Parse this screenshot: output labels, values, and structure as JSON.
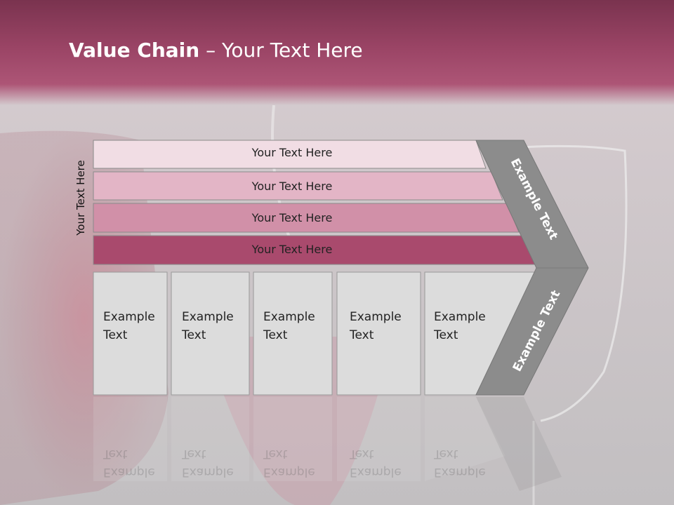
{
  "title": {
    "bold": "Value Chain",
    "rest": " – Your Text Here"
  },
  "side_label": "Your Text Here",
  "rows": [
    {
      "label": "Your Text Here"
    },
    {
      "label": "Your Text Here"
    },
    {
      "label": "Your Text Here"
    },
    {
      "label": "Your Text Here"
    }
  ],
  "boxes": [
    {
      "line1": "Example",
      "line2": "Text"
    },
    {
      "line1": "Example",
      "line2": "Text"
    },
    {
      "line1": "Example",
      "line2": "Text"
    },
    {
      "line1": "Example",
      "line2": "Text"
    },
    {
      "line1": "Example",
      "line2": "Text"
    }
  ],
  "arrow_top_label": "Example Text",
  "arrow_bottom_label": "Example Text",
  "colors": {
    "row1": "#f1dde4",
    "row2": "#e3b5c6",
    "row3": "#d190a8",
    "row4": "#a94a6d",
    "box": "#dcdcdc",
    "arrow": "#8c8c8c",
    "title_band": "#9a4465"
  }
}
